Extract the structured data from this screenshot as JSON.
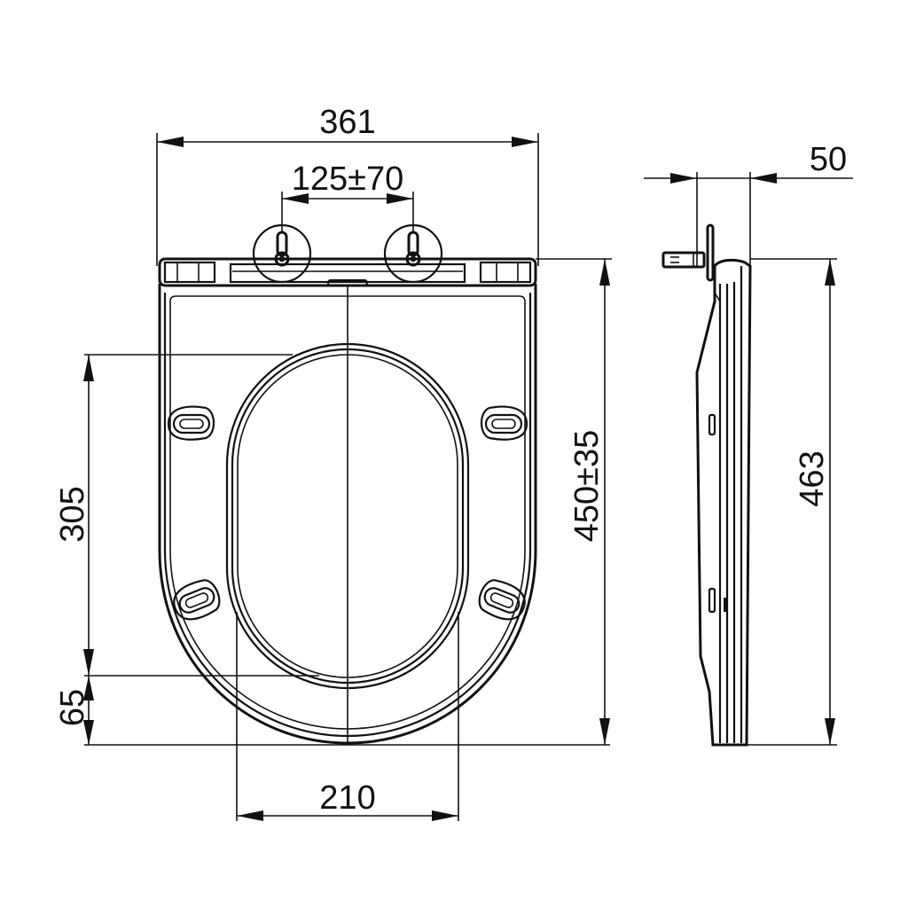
{
  "drawing": {
    "title": "Toilet seat dimensional drawing",
    "units": "mm",
    "line_color": "#111111",
    "background": "#ffffff"
  },
  "front_view": {
    "dimensions": {
      "overall_width": "361",
      "hinge_spacing": "125±70",
      "front_to_opening_top": "305",
      "opening_bottom_to_front": "65",
      "overall_length": "450±35",
      "opening_width": "210"
    },
    "features": [
      "hinge-left",
      "hinge-right",
      "bumper-top-left",
      "bumper-top-right",
      "bumper-bottom-left",
      "bumper-bottom-right",
      "seat-opening",
      "seat-outline"
    ]
  },
  "side_view": {
    "dimensions": {
      "thickness": "50",
      "length": "463"
    },
    "features": [
      "hinge-bolt",
      "hinge-plate",
      "seat-profile",
      "lid-profile"
    ]
  }
}
